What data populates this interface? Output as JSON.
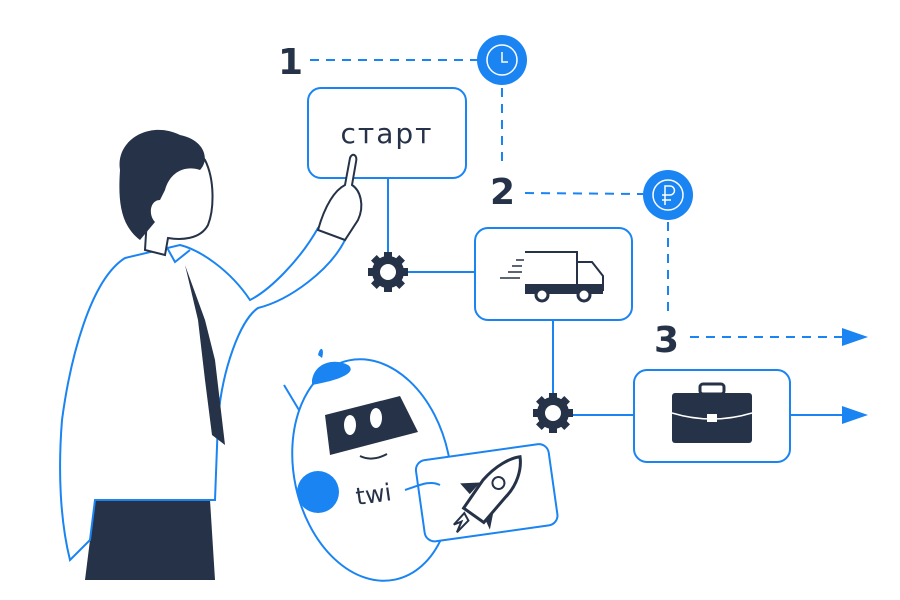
{
  "steps": {
    "step1": "1",
    "step2": "2",
    "step3": "3"
  },
  "start_box": {
    "label": "старт"
  },
  "robot": {
    "chest_label": "twi"
  },
  "icons": {
    "step1": "clock-icon",
    "step2": "ruble-icon",
    "box2": "truck-icon",
    "box3": "briefcase-icon",
    "gear": "gear-icon",
    "card": "rocket-icon"
  },
  "colors": {
    "accent": "#1a84f2",
    "dark": "#253247"
  }
}
